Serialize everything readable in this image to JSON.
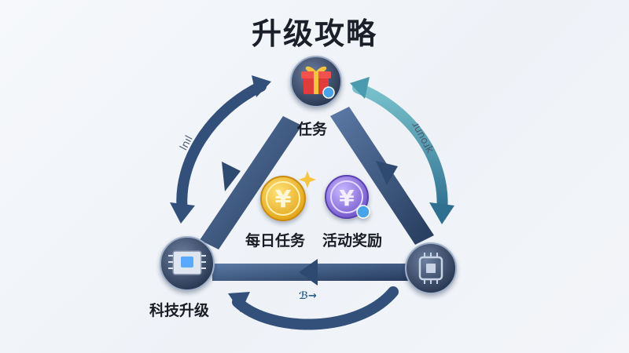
{
  "title": "升级攻略",
  "nodes": {
    "task": {
      "label": "任务"
    },
    "daily": {
      "label": "每日任务",
      "symbol": "¥"
    },
    "event": {
      "label": "活动奖励",
      "symbol": "¥"
    },
    "tech": {
      "label": "科技升级"
    }
  },
  "annotations": {
    "left_text": "lnıl",
    "right_text": "ɹunoɹk",
    "bottom_text": "ℬ→"
  },
  "colors": {
    "navy": "#2f4a70",
    "teal": "#3c8fa8",
    "gold": "#f2c230",
    "purple": "#8b6fd6"
  }
}
